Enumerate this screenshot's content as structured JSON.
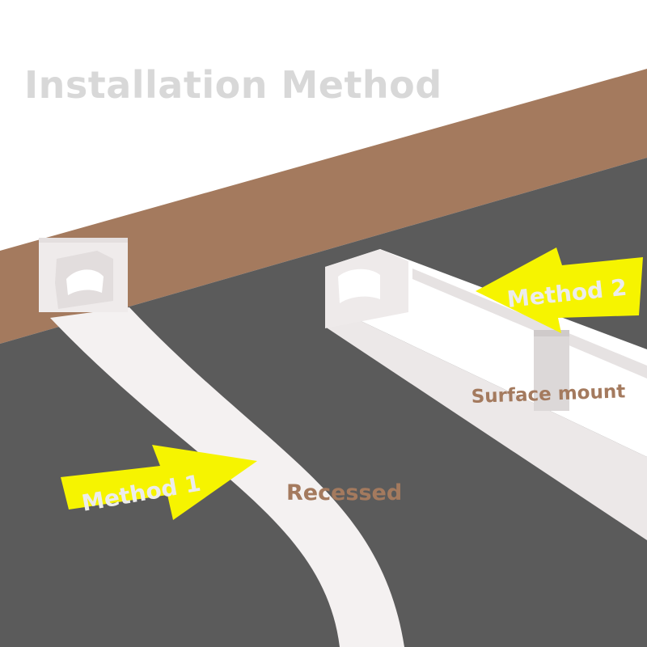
{
  "title": "Installation Method",
  "labels": {
    "method1": "Method 1",
    "method2": "Method 2",
    "recessed": "Recessed",
    "surface": "Surface mount"
  },
  "colors": {
    "background": "#ffffff",
    "wall": "#a47a5e",
    "surface": "#5b5b5b",
    "profile": "#f4f1f1",
    "arrow": "#f6f400",
    "title": "#d8d8d8",
    "label": "#a47a5e"
  }
}
